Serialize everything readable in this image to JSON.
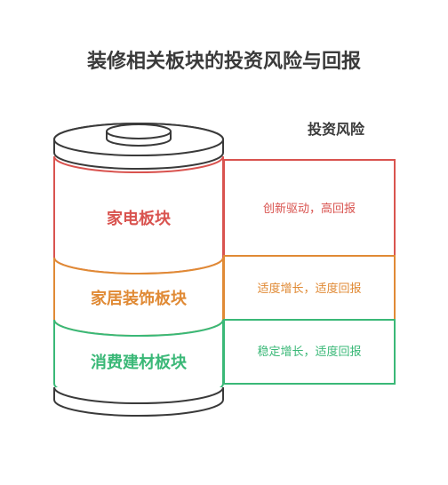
{
  "title": "装修相关板块的投资风险与回报",
  "column_header": "投资风险",
  "segments": [
    {
      "name": "家电板块",
      "risk": "创新驱动，高回报",
      "color": "#d9534f"
    },
    {
      "name": "家居装饰板块",
      "risk": "适度增长，适度回报",
      "color": "#e08a35"
    },
    {
      "name": "消费建材板块",
      "risk": "稳定增长，适度回报",
      "color": "#3ab877"
    }
  ],
  "outline_color": "#3a3a3a"
}
